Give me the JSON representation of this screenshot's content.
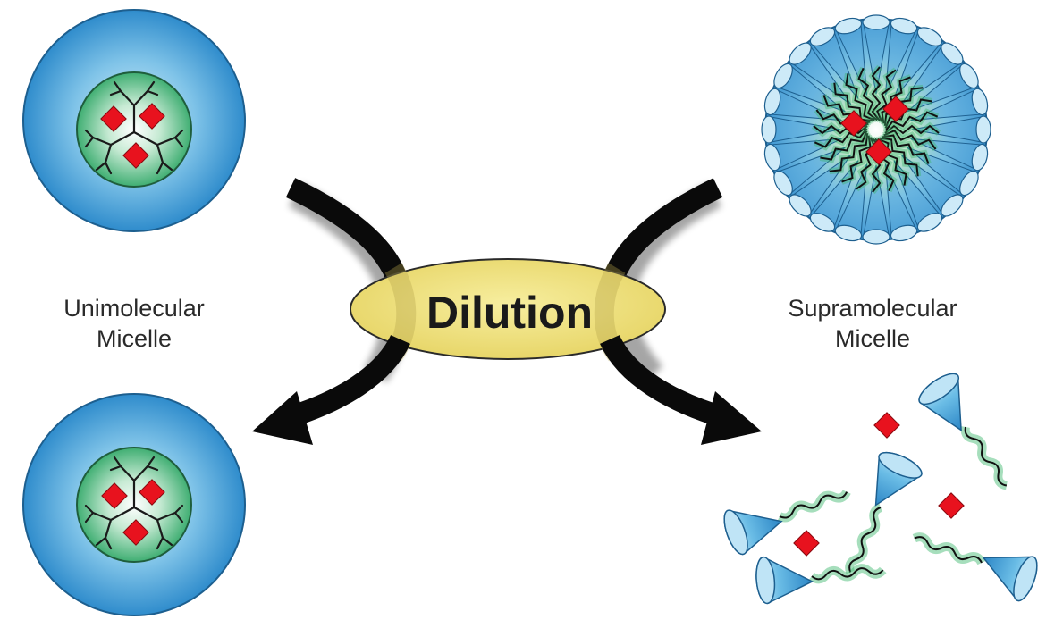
{
  "process": {
    "label": "Dilution"
  },
  "unimolecular": {
    "label_line1": "Unimolecular",
    "label_line2": "Micelle"
  },
  "supramolecular": {
    "label_line1": "Supramolecular",
    "label_line2": "Micelle"
  },
  "colors": {
    "shell_blue": "#4aa3d8",
    "core_green": "#45b27a",
    "drug_red": "#e8121e",
    "arrow_black": "#0a0a0a",
    "ellipse_yellow": "#f2e58a"
  },
  "icons": {
    "drug": "red-diamond",
    "unimer": "cone-with-tail"
  }
}
